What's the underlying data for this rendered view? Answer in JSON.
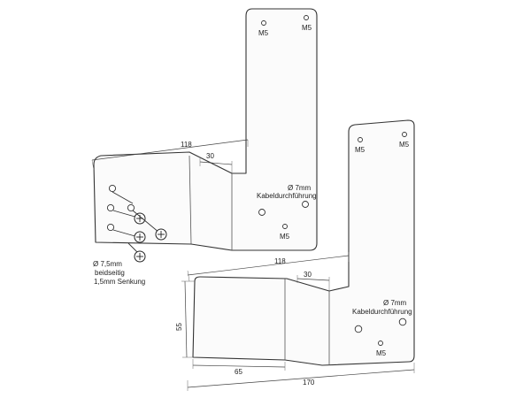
{
  "labels": {
    "m5": "M5",
    "hole_7mm": "Ø 7mm",
    "cable": "Kabeldurchführung",
    "hole_75_l1": "Ø 7,5mm",
    "hole_75_l2": "beidseitig",
    "hole_75_l3": "1,5mm Senkung"
  },
  "dimensions": {
    "top_width": "118",
    "top_offset": "30",
    "bottom_width": "118",
    "bottom_offset": "30",
    "height": "55",
    "flat_length": "65",
    "total_length": "170"
  }
}
